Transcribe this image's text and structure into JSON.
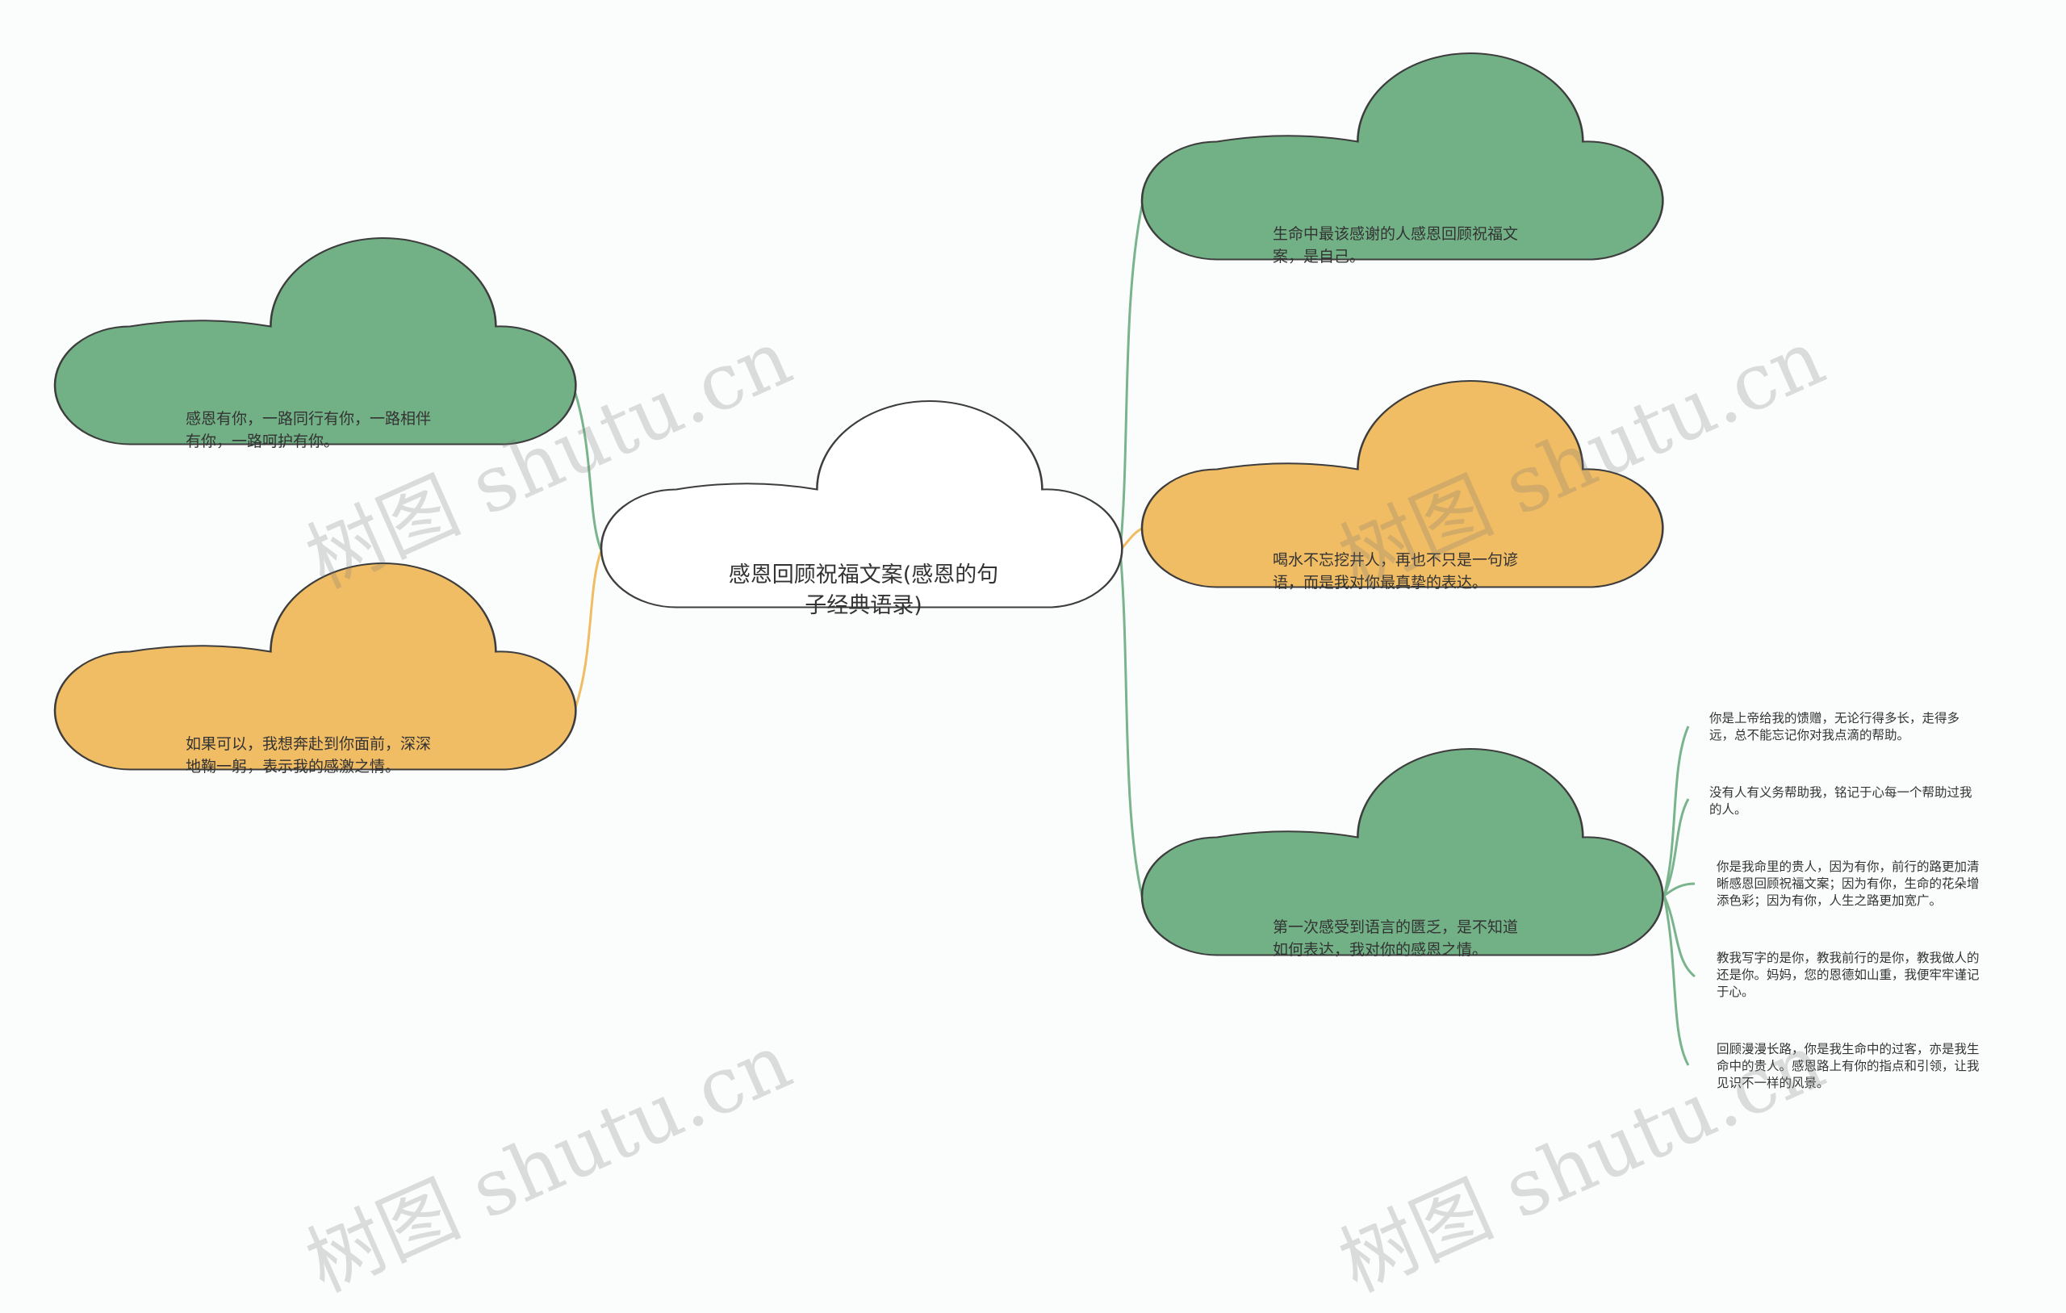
{
  "colors": {
    "green": "#72b086",
    "orange": "#f0bc64",
    "outline": "#3d3d3d",
    "connector_green": "#7ab48c",
    "connector_orange": "#f0bc64"
  },
  "root": {
    "text": "感恩回顾祝福文案(感恩的句子经典语录)"
  },
  "left_branches": [
    {
      "text": "感恩有你，一路同行有你，一路相伴有你，一路呵护有你。",
      "color": "green"
    },
    {
      "text": "如果可以，我想奔赴到你面前，深深地鞠一躬，表示我的感激之情。",
      "color": "orange"
    }
  ],
  "right_branches": [
    {
      "text": "生命中最该感谢的人感恩回顾祝福文案，是自己。",
      "color": "green"
    },
    {
      "text": "喝水不忘挖井人，再也不只是一句谚语，而是我对你最真挚的表达。",
      "color": "orange"
    },
    {
      "text": "第一次感受到语言的匮乏，是不知道如何表达，我对你的感恩之情。",
      "color": "green"
    }
  ],
  "leaves": [
    {
      "text": "你是上帝给我的馈赠，无论行得多长，走得多远，总不能忘记你对我点滴的帮助。"
    },
    {
      "text": "没有人有义务帮助我，铭记于心每一个帮助过我的人。"
    },
    {
      "text": "你是我命里的贵人，因为有你，前行的路更加清晰感恩回顾祝福文案；因为有你，生命的花朵增添色彩；因为有你，人生之路更加宽广。"
    },
    {
      "text": "教我写字的是你，教我前行的是你，教我做人的还是你。妈妈，您的恩德如山重，我便牢牢谨记于心。"
    },
    {
      "text": "回顾漫漫长路，你是我生命中的过客，亦是我生命中的贵人。感恩路上有你的指点和引领，让我见识不一样的风景。"
    }
  ],
  "watermark": "树图 shutu.cn"
}
